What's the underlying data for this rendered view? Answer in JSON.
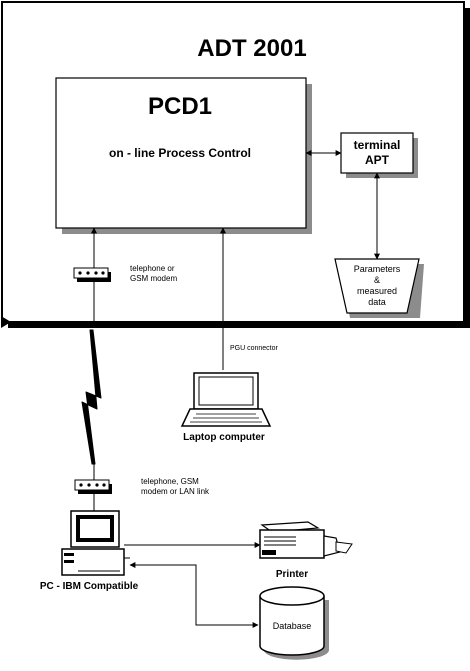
{
  "system": {
    "title": "ADT 2001"
  },
  "pcd": {
    "title": "PCD1",
    "subtitle": "on - line Process Control"
  },
  "terminal": {
    "line1": "terminal",
    "line2": "APT"
  },
  "parameters": {
    "line1": "Parameters",
    "line2": "&",
    "line3": "measured",
    "line4": "data"
  },
  "modem_top": {
    "line1": "telephone or",
    "line2": "GSM modem"
  },
  "pgu": {
    "label": "PGU connector"
  },
  "laptop": {
    "label": "Laptop computer"
  },
  "modem_bottom": {
    "line1": "telephone, GSM",
    "line2": "modem or LAN link"
  },
  "pc": {
    "label": "PC - IBM Compatible"
  },
  "printer": {
    "label": "Printer"
  },
  "database": {
    "label": "Database"
  }
}
